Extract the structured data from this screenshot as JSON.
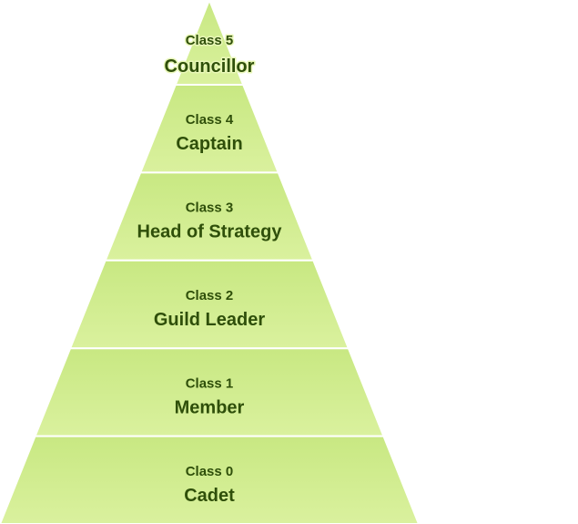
{
  "diagram": {
    "type": "pyramid",
    "tiers": [
      {
        "class_label": "Class 5",
        "title": "Councillor"
      },
      {
        "class_label": "Class 4",
        "title": "Captain"
      },
      {
        "class_label": "Class 3",
        "title": "Head of Strategy"
      },
      {
        "class_label": "Class 2",
        "title": "Guild Leader"
      },
      {
        "class_label": "Class 1",
        "title": "Member"
      },
      {
        "class_label": "Class 0",
        "title": "Cadet"
      }
    ],
    "colors": {
      "fill_top": "#c8e882",
      "fill_bottom": "#daf19e",
      "separator": "#ffffff",
      "text": "#2f4f0a"
    }
  }
}
